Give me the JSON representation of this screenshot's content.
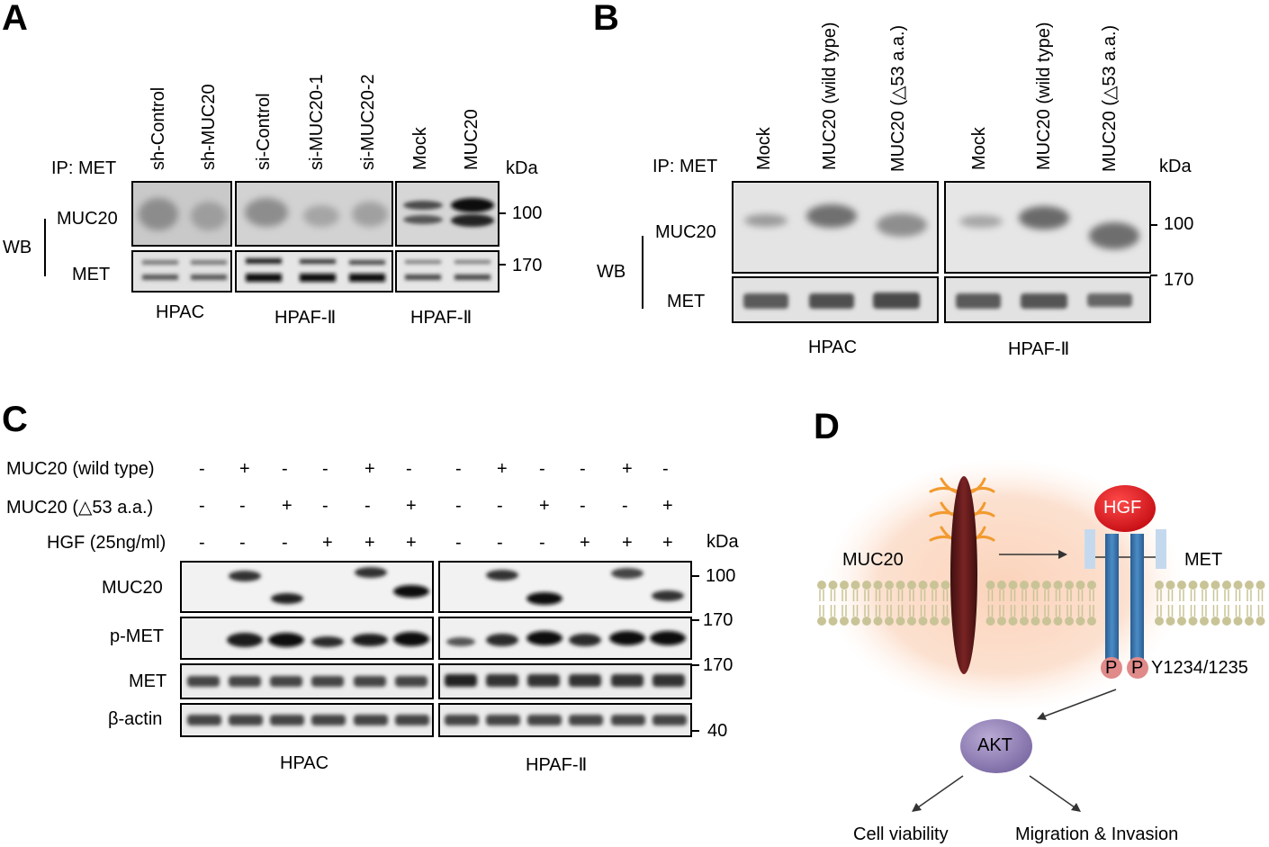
{
  "panels": {
    "A": {
      "letter": "A",
      "ip_label": "IP: MET",
      "kda_label": "kDa",
      "lanes": [
        "sh-Control",
        "sh-MUC20",
        "si-Control",
        "si-MUC20-1",
        "si-MUC20-2",
        "Mock",
        "MUC20"
      ],
      "wb_label": "WB",
      "rows": [
        "MUC20",
        "MET"
      ],
      "markers": [
        "100",
        "170"
      ],
      "cell_lines": [
        "HPAC",
        "HPAF-Ⅱ",
        "HPAF-Ⅱ"
      ]
    },
    "B": {
      "letter": "B",
      "ip_label": "IP: MET",
      "kda_label": "kDa",
      "lanes": [
        "Mock",
        "MUC20 (wild type)",
        "MUC20 (△53 a.a.)",
        "Mock",
        "MUC20 (wild type)",
        "MUC20 (△53 a.a.)"
      ],
      "wb_label": "WB",
      "rows": [
        "MUC20",
        "MET"
      ],
      "markers": [
        "100",
        "170"
      ],
      "cell_lines": [
        "HPAC",
        "HPAF-Ⅱ"
      ]
    },
    "C": {
      "letter": "C",
      "conditions": [
        {
          "label": "MUC20 (wild type)",
          "values": [
            "-",
            "+",
            "-",
            "-",
            "+",
            "-",
            "-",
            "+",
            "-",
            "-",
            "+",
            "-"
          ]
        },
        {
          "label": "MUC20 (△53 a.a.)",
          "values": [
            "-",
            "-",
            "+",
            "-",
            "-",
            "+",
            "-",
            "-",
            "+",
            "-",
            "-",
            "+"
          ]
        },
        {
          "label": "HGF (25ng/ml)",
          "values": [
            "-",
            "-",
            "-",
            "+",
            "+",
            "+",
            "-",
            "-",
            "-",
            "+",
            "+",
            "+"
          ]
        }
      ],
      "kda_label": "kDa",
      "rows": [
        "MUC20",
        "p-MET",
        "MET",
        "β-actin"
      ],
      "markers": [
        "100",
        "170",
        "170",
        "40"
      ],
      "cell_lines": [
        "HPAC",
        "HPAF-Ⅱ"
      ]
    },
    "D": {
      "letter": "D",
      "labels": {
        "muc20": "MUC20",
        "hgf": "HGF",
        "met": "MET",
        "p1": "P",
        "p2": "P",
        "site": "Y1234/1235",
        "akt": "AKT",
        "out1": "Cell viability",
        "out2": "Migration & Invasion"
      },
      "colors": {
        "cell_glow": "#fbd9c4",
        "membrane": "#c9c497",
        "muc20_body": "#5a1a1a",
        "muc20_branches": "#f29a2e",
        "hgf": "#e0131b",
        "met": "#2f6ea7",
        "met_side": "#c5d9ee",
        "phospho": "#e08a8a",
        "akt": "#8a78b0"
      }
    }
  }
}
